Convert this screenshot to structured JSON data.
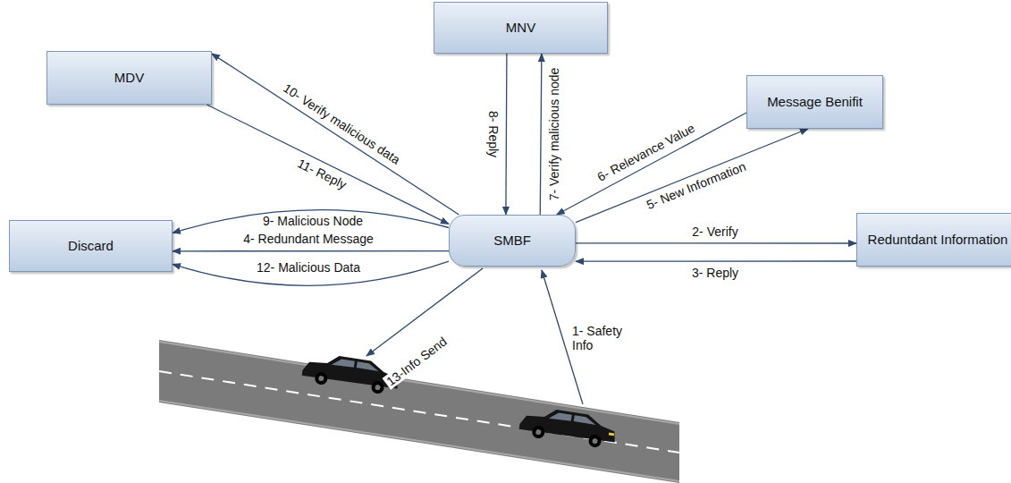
{
  "diagram": {
    "nodes": [
      {
        "text": [
          "MNV"
        ]
      },
      {
        "text": [
          "MDV"
        ]
      },
      {
        "text": [
          "Message Benifit"
        ]
      },
      {
        "text": [
          "Discard"
        ]
      },
      {
        "text": [
          "SMBF"
        ]
      },
      {
        "text": [
          "Reduntdant Information"
        ]
      }
    ],
    "edges": [
      {
        "from": 4,
        "to": 5,
        "label": "2- Verify",
        "arrow": "to"
      },
      {
        "from": 5,
        "to": 4,
        "label": "3- Reply",
        "arrow": "to"
      },
      {
        "from": 4,
        "to": 3,
        "label": "4- Redundant Message",
        "arrow": "to"
      },
      {
        "from": 4,
        "to": 2,
        "label": "5- New Information",
        "arrow": "to"
      },
      {
        "from": 2,
        "to": 4,
        "label": "6- Relevance Value",
        "arrow": "to"
      },
      {
        "from": 4,
        "to": 0,
        "label": "7- Verify malicious node",
        "arrow": "to"
      },
      {
        "from": 0,
        "to": 4,
        "label": "8- Reply",
        "arrow": "to"
      },
      {
        "from": 4,
        "to": 3,
        "label": "9- Malicious Node",
        "arrow": "to"
      },
      {
        "from": 4,
        "to": 1,
        "label": "10- Verify malicious data",
        "arrow": "to"
      },
      {
        "from": 1,
        "to": 4,
        "label": "11- Reply",
        "arrow": "to"
      },
      {
        "from": 4,
        "to": 3,
        "label": "12- Malicious Data",
        "arrow": "to"
      }
    ],
    "labels": [
      "1- Safety Info",
      "13-Info Send"
    ]
  }
}
